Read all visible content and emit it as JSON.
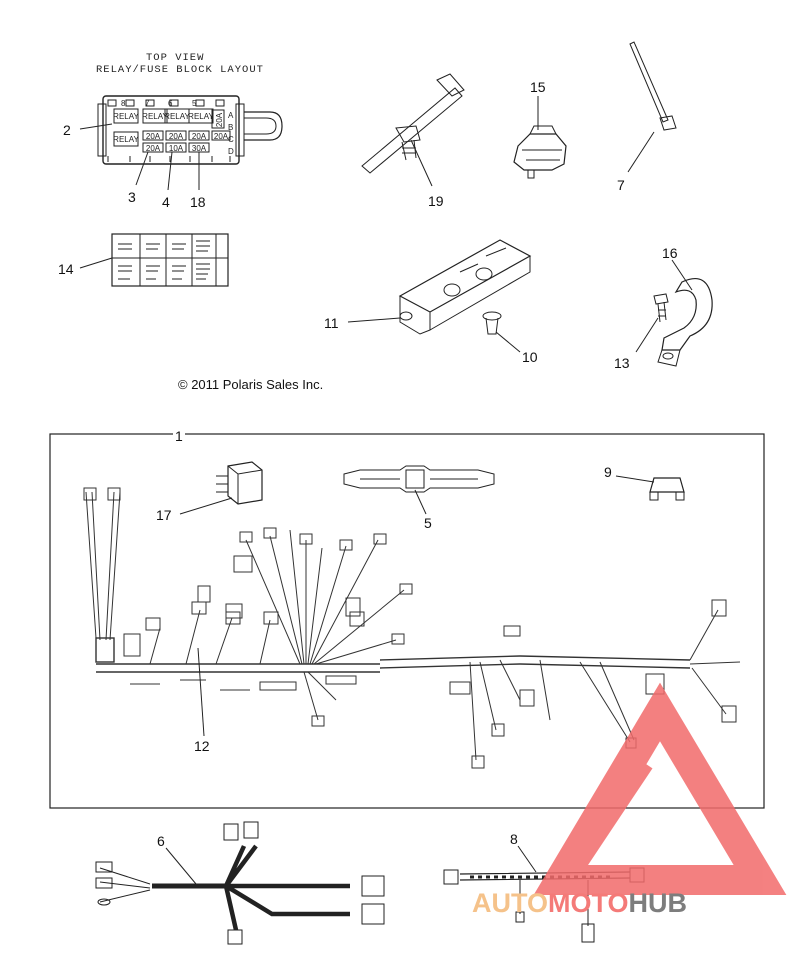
{
  "layout_title": {
    "line1": "TOP VIEW",
    "line2": "RELAY/FUSE BLOCK LAYOUT"
  },
  "copyright": "© 2011 Polaris Sales Inc.",
  "callouts": [
    "1",
    "2",
    "3",
    "4",
    "5",
    "6",
    "7",
    "8",
    "9",
    "10",
    "11",
    "12",
    "13",
    "14",
    "15",
    "16",
    "17",
    "18",
    "19"
  ],
  "fuse_block": {
    "relays": [
      "RELAY",
      "RELAY",
      "RELAY",
      "RELAY",
      "RELAY"
    ],
    "top_pins": [
      "8",
      "7",
      "6",
      "5"
    ],
    "side_letters": [
      "A",
      "B",
      "C",
      "D"
    ],
    "fuse_row1": [
      "20A",
      "20A",
      "20A",
      "20A"
    ],
    "fuse_row2": [
      "20A",
      "10A",
      "30A"
    ],
    "side_fuse": "20A"
  },
  "watermark": {
    "part1": "AUTO",
    "part2": "MOTO",
    "part3": "HUB",
    "colors": {
      "auto": "#f5c28a",
      "moto": "#f47a78",
      "hub": "#7d7d7d",
      "triangle": "#f26b6b"
    }
  }
}
